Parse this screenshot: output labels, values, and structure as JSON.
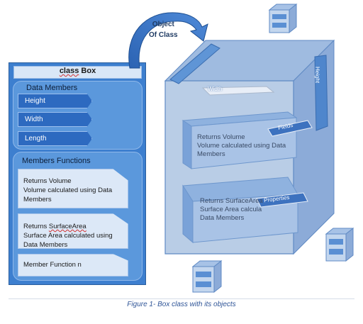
{
  "class_box": {
    "keyword": "class",
    "name": "Box",
    "data_members_label": "Data Members",
    "data_members": [
      "Height",
      "Width",
      "Length"
    ],
    "functions_label": "Members Functions",
    "functions": [
      {
        "line1": "Returns Volume",
        "line2": "Volume calculated using Data",
        "line3": "Members"
      },
      {
        "line1_prefix": "Returns ",
        "line1_word": "SurfaceArea",
        "line2": "Surface Area calculated using",
        "line3": "Data Members"
      },
      {
        "line1": "Member Function n"
      }
    ]
  },
  "arrow_label": {
    "line1": "Object",
    "line2": "Of Class"
  },
  "cube": {
    "tags": {
      "width": "Width",
      "height": "Height",
      "fields": "Fields",
      "properties": "Properties"
    },
    "panel1": {
      "line1": "Returns Volume",
      "line2": "Volume calculated using Data",
      "line3": "Members"
    },
    "panel2": {
      "line1": "Returns SurfaceArea",
      "line2": "Surface Area calcula",
      "line3": "Data Members"
    }
  },
  "caption": "Figure  1- Box class with its objects",
  "colors": {
    "panel_blue": "#3d7fcf",
    "group_blue": "#5b98dc",
    "member_dark": "#2d6ac0",
    "function_fill": "#dce8f7",
    "cube_face": "#b9cde6",
    "caption_blue": "#2f5597"
  }
}
